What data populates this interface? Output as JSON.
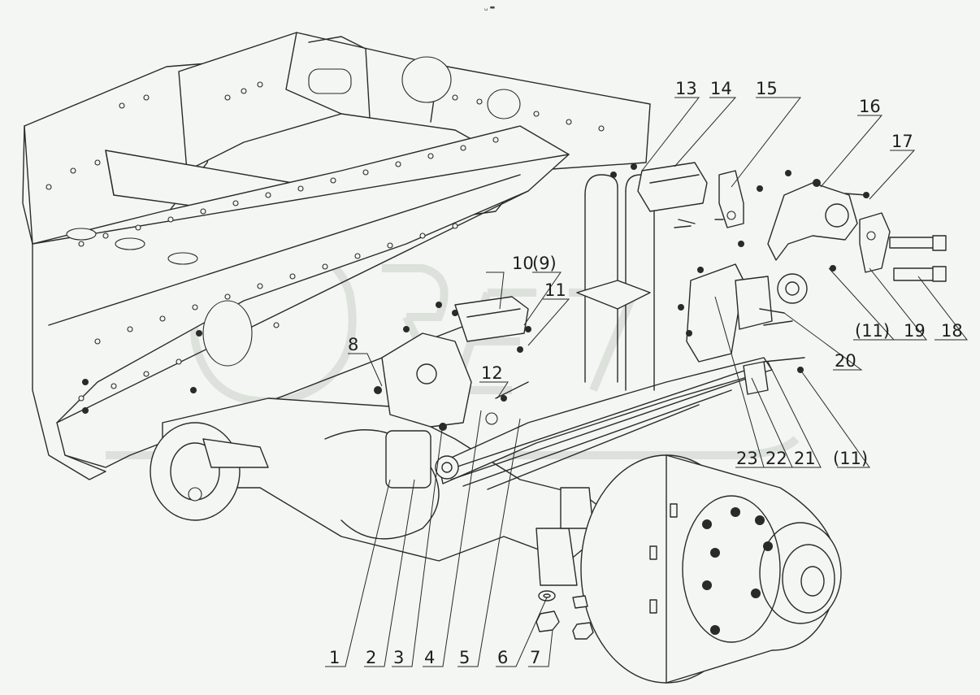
{
  "header": {
    "mark": "␣ ▬"
  },
  "callouts": [
    {
      "id": "1",
      "label": "1"
    },
    {
      "id": "2",
      "label": "2"
    },
    {
      "id": "3",
      "label": "3"
    },
    {
      "id": "4",
      "label": "4"
    },
    {
      "id": "5",
      "label": "5"
    },
    {
      "id": "6",
      "label": "6"
    },
    {
      "id": "7",
      "label": "7"
    },
    {
      "id": "8",
      "label": "8"
    },
    {
      "id": "9",
      "label": "(9)"
    },
    {
      "id": "10",
      "label": "10"
    },
    {
      "id": "11a",
      "label": "11"
    },
    {
      "id": "12",
      "label": "12"
    },
    {
      "id": "13",
      "label": "13"
    },
    {
      "id": "14",
      "label": "14"
    },
    {
      "id": "15",
      "label": "15"
    },
    {
      "id": "16",
      "label": "16"
    },
    {
      "id": "17",
      "label": "17"
    },
    {
      "id": "11b",
      "label": "(11)"
    },
    {
      "id": "19",
      "label": "19"
    },
    {
      "id": "18",
      "label": "18"
    },
    {
      "id": "20",
      "label": "20"
    },
    {
      "id": "23",
      "label": "23"
    },
    {
      "id": "22",
      "label": "22"
    },
    {
      "id": "21",
      "label": "21"
    },
    {
      "id": "11c",
      "label": "(11)"
    }
  ]
}
